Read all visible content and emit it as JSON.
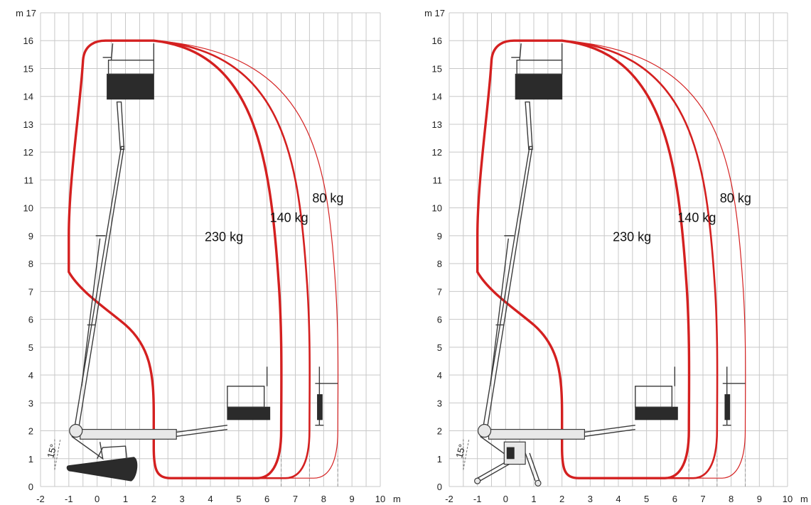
{
  "colors": {
    "envelope": "#d42020",
    "grid": "#c8c8c8",
    "machine": "#2b2b2b"
  },
  "chart_data": [
    {
      "type": "diagram",
      "variant": "crawler track base",
      "x_axis": {
        "unit_label": "m",
        "range": [
          -2,
          10
        ],
        "ticks": [
          "-2",
          "-1",
          "0",
          "1",
          "2",
          "3",
          "4",
          "5",
          "6",
          "7",
          "8",
          "9",
          "10"
        ]
      },
      "y_axis": {
        "unit_label": "m 17",
        "range": [
          0,
          17
        ],
        "ticks": [
          "0",
          "1",
          "2",
          "3",
          "4",
          "5",
          "6",
          "7",
          "8",
          "9",
          "10",
          "11",
          "12",
          "13",
          "14",
          "15",
          "16"
        ]
      },
      "grid": true,
      "outrigger_angle_label": "15°",
      "envelopes": [
        {
          "label": "230 kg",
          "max_height_m": 16,
          "max_outreach_m": 6.5
        },
        {
          "label": "140 kg",
          "max_height_m": 16,
          "max_outreach_m": 7.5
        },
        {
          "label": "80 kg",
          "max_height_m": 16,
          "max_outreach_m": 8.5
        }
      ]
    },
    {
      "type": "diagram",
      "variant": "outriggers base",
      "x_axis": {
        "unit_label": "m",
        "range": [
          -2,
          10
        ],
        "ticks": [
          "-2",
          "-1",
          "0",
          "1",
          "2",
          "3",
          "4",
          "5",
          "6",
          "7",
          "8",
          "9",
          "10"
        ]
      },
      "y_axis": {
        "unit_label": "m 17",
        "range": [
          0,
          17
        ],
        "ticks": [
          "0",
          "1",
          "2",
          "3",
          "4",
          "5",
          "6",
          "7",
          "8",
          "9",
          "10",
          "11",
          "12",
          "13",
          "14",
          "15",
          "16"
        ]
      },
      "grid": true,
      "outrigger_angle_label": "15°",
      "envelopes": [
        {
          "label": "230 kg",
          "max_height_m": 16,
          "max_outreach_m": 6.5
        },
        {
          "label": "140 kg",
          "max_height_m": 16,
          "max_outreach_m": 7.5
        },
        {
          "label": "80 kg",
          "max_height_m": 16,
          "max_outreach_m": 8.5
        }
      ]
    }
  ]
}
